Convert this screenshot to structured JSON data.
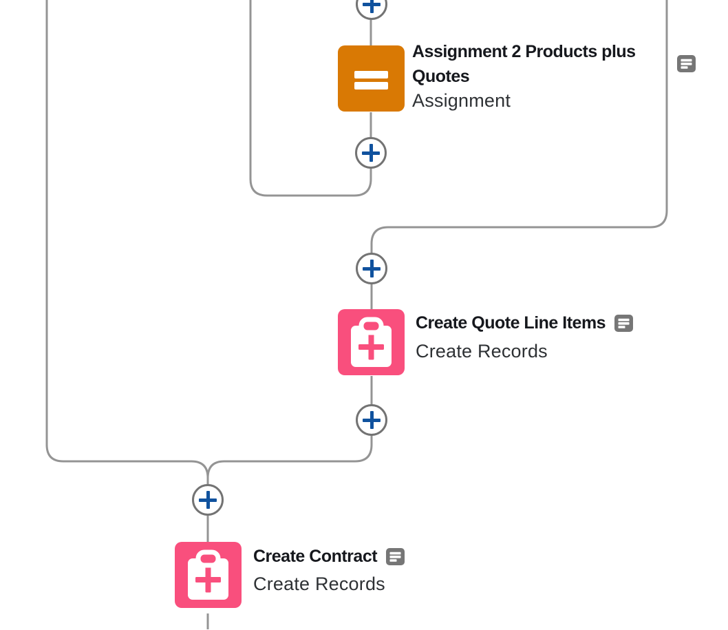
{
  "app": {
    "name": "Flow Builder canvas (auto-layout)"
  },
  "colors": {
    "assignment_orange": "#D97904",
    "create_records_pink": "#F94F7D",
    "plus_button_blue": "#10529E",
    "connector_gray": "#949494",
    "plus_border_gray": "#737373",
    "description_icon_gray": "#767676",
    "title_text": "#16181D",
    "subtitle_text": "#2E3134"
  },
  "nodes": {
    "assignment": {
      "title_line1": "Assignment 2 Products plus",
      "title_line2": "Quotes",
      "subtitle": "Assignment",
      "icon": "assignment-equals-icon",
      "has_description": true
    },
    "create_quote_line_items": {
      "title": "Create Quote Line Items",
      "subtitle": "Create Records",
      "icon": "record-create-clipboard-icon",
      "has_description": true
    },
    "create_contract": {
      "title": "Create Contract",
      "subtitle": "Create Records",
      "icon": "record-create-clipboard-icon",
      "has_description": true
    }
  }
}
